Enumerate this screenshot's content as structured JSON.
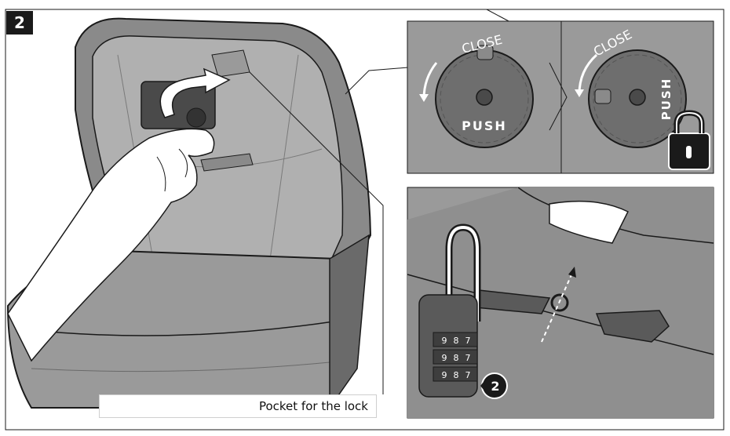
{
  "step": {
    "number": "2"
  },
  "caption": {
    "text": "Pocket for the lock"
  },
  "dial_left": {
    "close_label": "CLOSE",
    "push_label": "PUSH"
  },
  "dial_right": {
    "close_label": "CLOSE",
    "push_label": "PUSH"
  },
  "lock_badge": {
    "number": "2"
  },
  "padlock_digits": [
    "9",
    "8",
    "7"
  ],
  "colors": {
    "case": "#858585",
    "case_dark": "#6a6a6a",
    "inner": "#b0b0b0",
    "panel_bg": "#9a9a9a",
    "outline": "#1a1a1a"
  }
}
